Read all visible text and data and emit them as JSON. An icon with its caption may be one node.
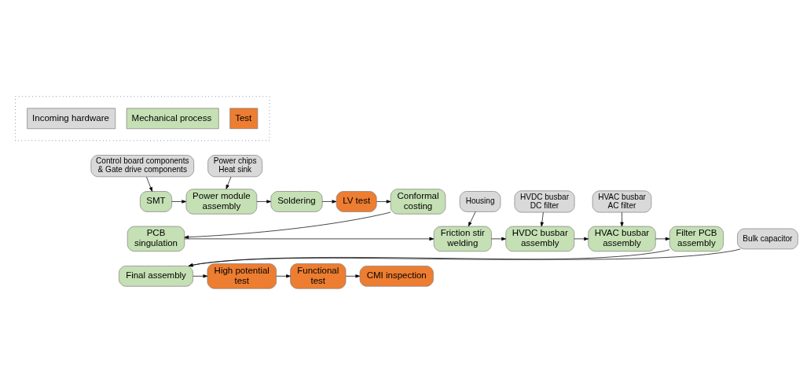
{
  "diagram": {
    "nodes": [
      {
        "text": [
          "Control board components & Gate drive components"
        ]
      },
      {
        "text": [
          "Power chips Heat sink"
        ]
      },
      {
        "text": [
          "SMT"
        ]
      },
      {
        "text": [
          "Power module assembly"
        ]
      },
      {
        "text": [
          "Soldering"
        ]
      },
      {
        "text": [
          "LV test"
        ]
      },
      {
        "text": [
          "Conformal costing"
        ]
      },
      {
        "text": [
          "Housing"
        ]
      },
      {
        "text": [
          "HVDC busbar DC filter"
        ]
      },
      {
        "text": [
          "HVAC busbar AC filter"
        ]
      },
      {
        "text": [
          "PCB singulation"
        ]
      },
      {
        "text": [
          "Friction stir welding"
        ]
      },
      {
        "text": [
          "HVDC busbar assembly"
        ]
      },
      {
        "text": [
          "HVAC busbar assembly"
        ]
      },
      {
        "text": [
          "Filter PCB assembly"
        ]
      },
      {
        "text": [
          "Bulk capacitor"
        ]
      },
      {
        "text": [
          "Final assembly"
        ]
      },
      {
        "text": [
          "High potential test"
        ]
      },
      {
        "text": [
          "Functional test"
        ]
      },
      {
        "text": [
          "CMI inspection"
        ]
      }
    ],
    "edges": [
      {
        "from": 0,
        "to": 2,
        "arrow": "to"
      },
      {
        "from": 1,
        "to": 3,
        "arrow": "to"
      },
      {
        "from": 2,
        "to": 3,
        "arrow": "to"
      },
      {
        "from": 3,
        "to": 4,
        "arrow": "to"
      },
      {
        "from": 4,
        "to": 5,
        "arrow": "to"
      },
      {
        "from": 5,
        "to": 6,
        "arrow": "to"
      },
      {
        "from": 6,
        "to": 10,
        "arrow": "to"
      },
      {
        "from": 7,
        "to": 11,
        "arrow": "to"
      },
      {
        "from": 10,
        "to": 11,
        "arrow": "to"
      },
      {
        "from": 8,
        "to": 12,
        "arrow": "to"
      },
      {
        "from": 11,
        "to": 12,
        "arrow": "to"
      },
      {
        "from": 9,
        "to": 13,
        "arrow": "to"
      },
      {
        "from": 12,
        "to": 13,
        "arrow": "to"
      },
      {
        "from": 13,
        "to": 14,
        "arrow": "to"
      },
      {
        "from": 14,
        "to": 16,
        "arrow": "to"
      },
      {
        "from": 15,
        "to": 16,
        "arrow": "to"
      },
      {
        "from": 16,
        "to": 17,
        "arrow": "to"
      },
      {
        "from": 17,
        "to": 18,
        "arrow": "to"
      },
      {
        "from": 18,
        "to": 19,
        "arrow": "to"
      }
    ],
    "legend": [
      {
        "text": "Incoming hardware",
        "color": "#d9d9d9"
      },
      {
        "text": "Mechanical process",
        "color": "#c5e0b4"
      },
      {
        "text": "Test",
        "color": "#ed7d31"
      }
    ]
  }
}
